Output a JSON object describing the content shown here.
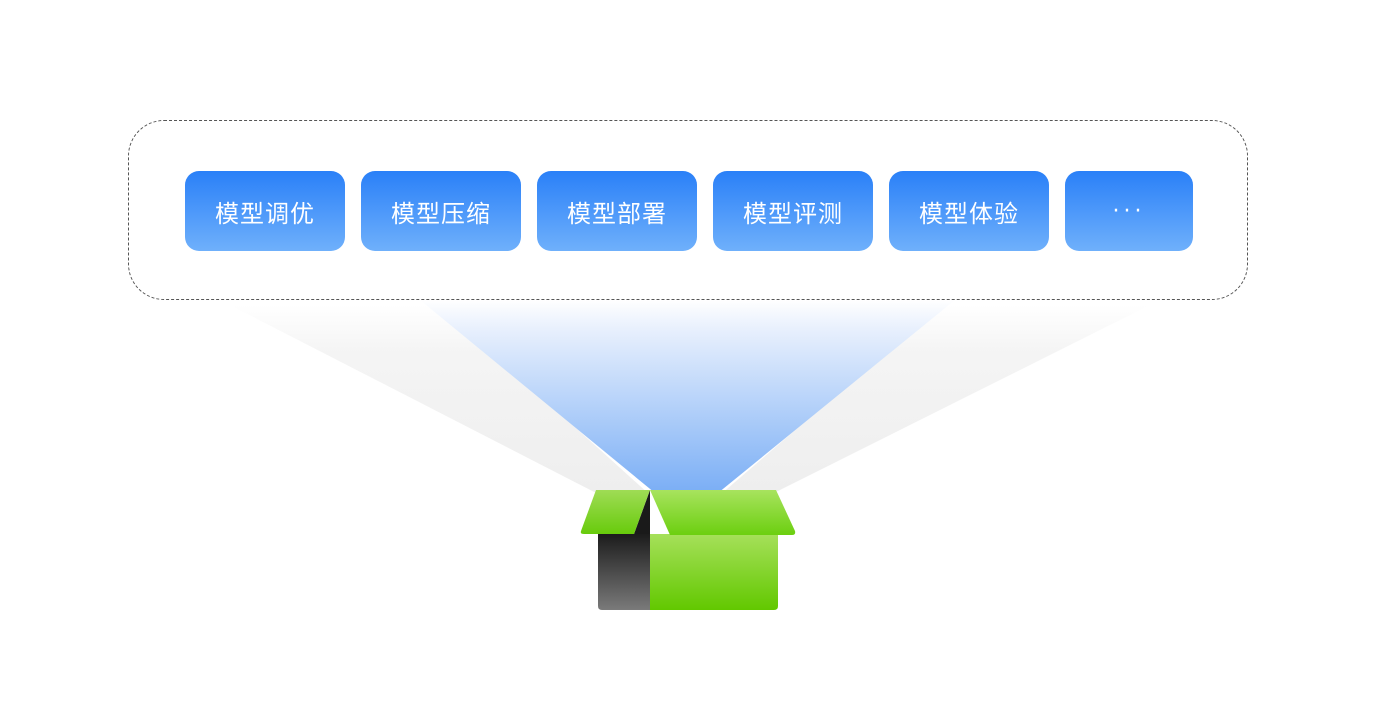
{
  "toolbox": {
    "items": [
      {
        "label": "模型调优"
      },
      {
        "label": "模型压缩"
      },
      {
        "label": "模型部署"
      },
      {
        "label": "模型评测"
      },
      {
        "label": "模型体验"
      },
      {
        "label": "···"
      }
    ]
  },
  "colors": {
    "button_top": "#2a80f8",
    "button_bottom": "#6fb0fb",
    "box_green_light": "#a6e05a",
    "box_green_dark": "#62c800",
    "box_side_dark": "#1e1e1e",
    "beam_blue": "#7aaef5",
    "frame_border": "#555555"
  },
  "icons": {
    "box": "open-box-icon"
  }
}
